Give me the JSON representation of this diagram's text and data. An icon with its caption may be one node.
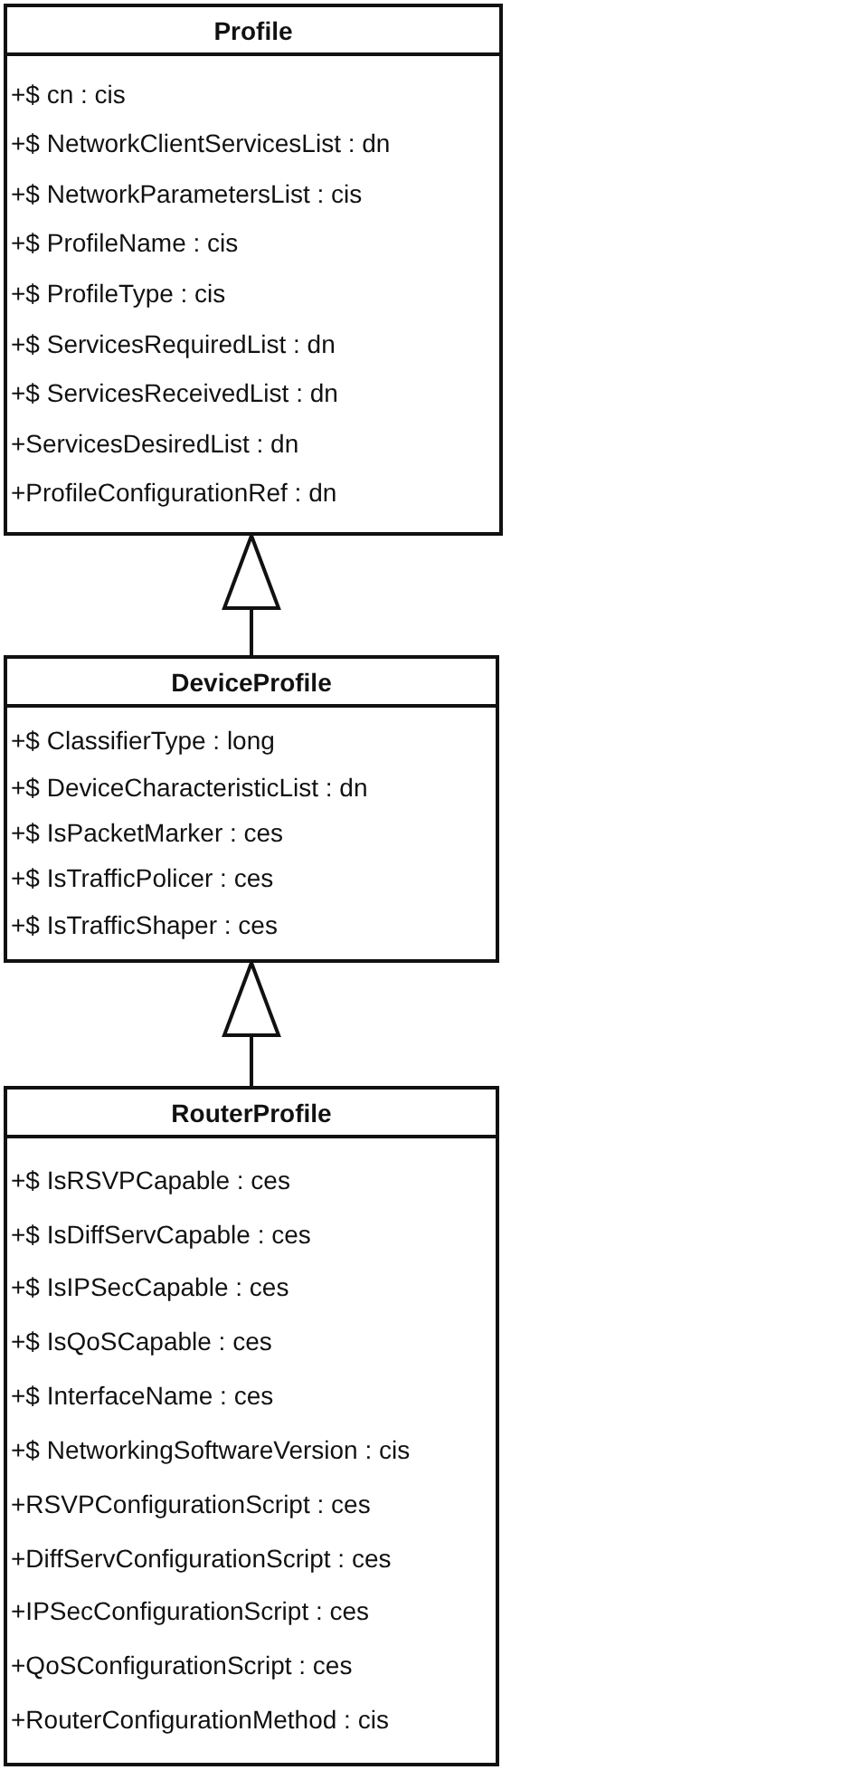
{
  "diagram": {
    "nodes": [
      {
        "text": [
          "Profile",
          "+$ cn : cis",
          "+$ NetworkClientServicesList : dn",
          "+$ NetworkParametersList : cis",
          "+$ ProfileName : cis",
          "+$ ProfileType : cis",
          "+$ ServicesRequiredList : dn",
          "+$ ServicesReceivedList : dn",
          "+ServicesDesiredList : dn",
          "+ProfileConfigurationRef : dn"
        ]
      },
      {
        "text": [
          "DeviceProfile",
          "+$ ClassifierType : long",
          "+$ DeviceCharacteristicList : dn",
          "+$ IsPacketMarker : ces",
          "+$ IsTrafficPolicer : ces",
          "+$ IsTrafficShaper : ces"
        ]
      },
      {
        "text": [
          "RouterProfile",
          "+$ IsRSVPCapable : ces",
          "+$ IsDiffServCapable : ces",
          "+$ IsIPSecCapable : ces",
          "+$ IsQoSCapable : ces",
          "+$ InterfaceName : ces",
          "+$ NetworkingSoftwareVersion : cis",
          "+RSVPConfigurationScript : ces",
          "+DiffServConfigurationScript : ces",
          "+IPSecConfigurationScript : ces",
          "+QoSConfigurationScript : ces",
          "+RouterConfigurationMethod : cis"
        ]
      }
    ],
    "edges": [
      {
        "from": 1,
        "to": 0,
        "arrow": "to"
      },
      {
        "from": 2,
        "to": 1,
        "arrow": "to"
      }
    ]
  }
}
